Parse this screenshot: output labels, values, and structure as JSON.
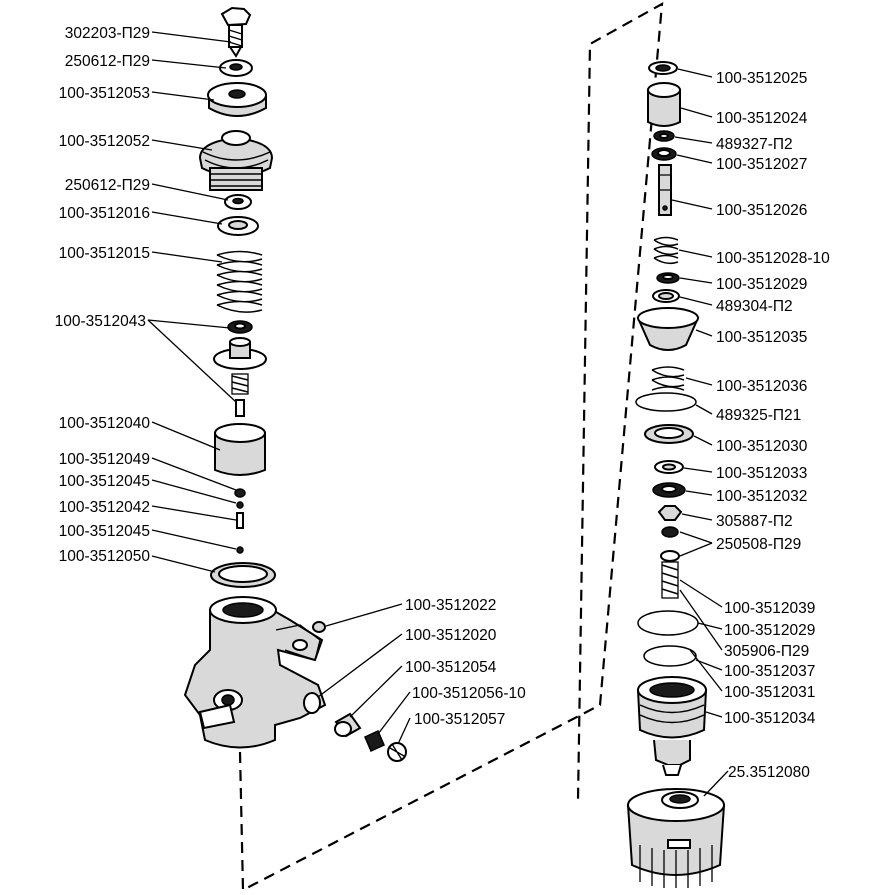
{
  "labels": {
    "l1": "302203-П29",
    "l2": "250612-П29",
    "l3": "100-3512053",
    "l4": "100-3512052",
    "l5": "250612-П29",
    "l6": "100-3512016",
    "l7": "100-3512015",
    "l8": "100-3512043",
    "l9": "100-3512040",
    "l10": "100-3512049",
    "l11": "100-3512045",
    "l12": "100-3512042",
    "l13": "100-3512045",
    "l14": "100-3512050",
    "l15": "100-3512022",
    "l16": "100-3512020",
    "l17": "100-3512054",
    "l18": "100-3512056-10",
    "l19": "100-3512057",
    "r1": "100-3512025",
    "r2": "100-3512024",
    "r3": "489327-П2",
    "r4": "100-3512027",
    "r5": "100-3512026",
    "r6": "100-3512028-10",
    "r7": "100-3512029",
    "r8": "489304-П2",
    "r9": "100-3512035",
    "r10": "100-3512036",
    "r11": "489325-П21",
    "r12": "100-3512030",
    "r13": "100-3512033",
    "r14": "100-3512032",
    "r15": "305887-П2",
    "r16": "250508-П29",
    "r17": "100-3512039",
    "r18": "100-3512029",
    "r19": "305906-П29",
    "r20": "100-3512037",
    "r21": "100-3512031",
    "r22": "100-3512034",
    "r23": "25.3512080"
  }
}
